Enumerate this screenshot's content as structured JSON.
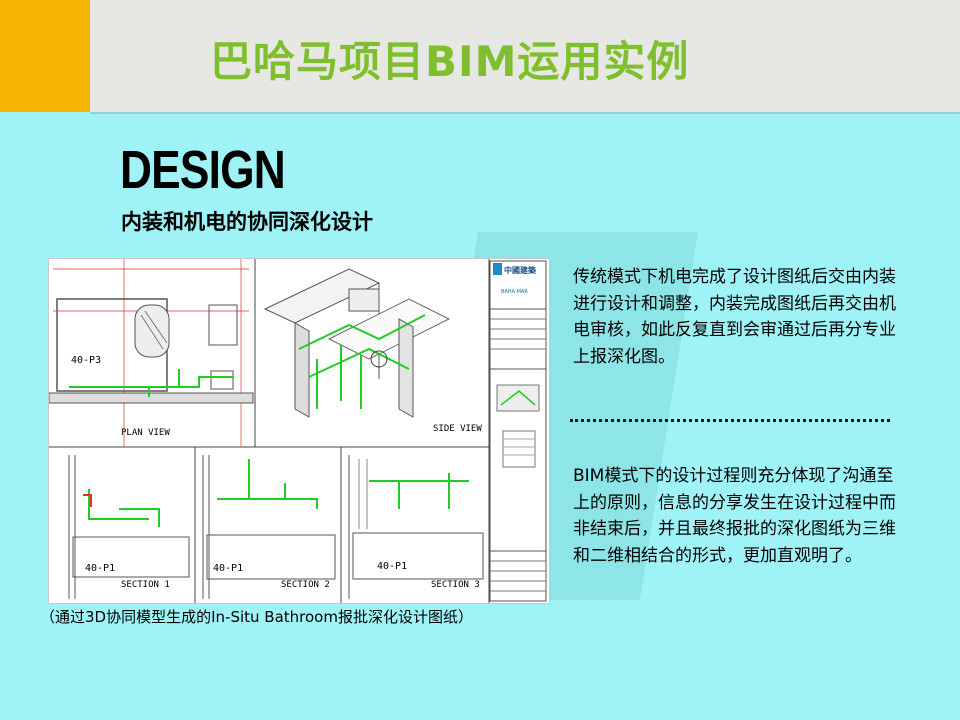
{
  "header": {
    "title": "巴哈马项目BIM运用实例"
  },
  "section": {
    "heading": "DESIGN",
    "subheading": "内装和机电的协同深化设计"
  },
  "drawing": {
    "plan_view_label": "PLAN VIEW",
    "side_view_label": "SIDE VIEW",
    "section_labels": [
      "SECTION 1",
      "SECTION 2",
      "SECTION 3"
    ],
    "room_labels": [
      "40-P3",
      "40-P1",
      "40-P1",
      "40-P1"
    ],
    "company_name": "中國建築",
    "project_logo": "BAHA MAR",
    "colors": {
      "mep_green": "#22cc22",
      "red_grid": "#e03030",
      "line_gray": "#555555"
    }
  },
  "caption": "（通过3D协同模型生成的In-Situ Bathroom报批深化设计图纸）",
  "paragraphs": {
    "traditional": "传统模式下机电完成了设计图纸后交由内装进行设计和调整，内装完成图纸后再交由机电审核，如此反复直到会审通过后再分专业上报深化图。",
    "bim": "BIM模式下的设计过程则充分体现了沟通至上的原则，信息的分享发生在设计过程中而非结束后，并且最终报批的深化图纸为三维和二维相结合的形式，更加直观明了。"
  }
}
